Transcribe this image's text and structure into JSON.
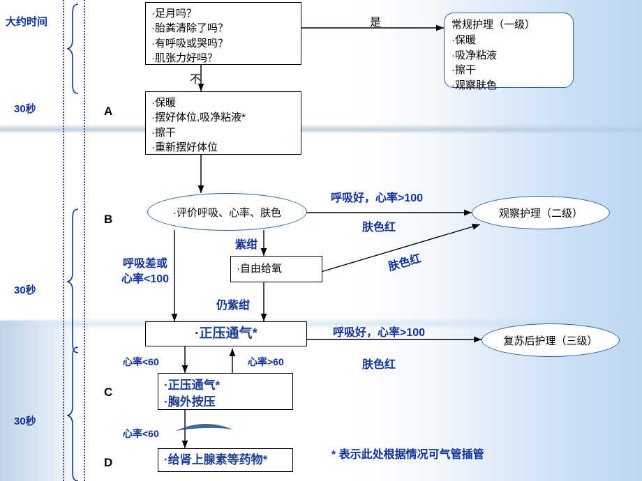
{
  "diagram": {
    "title_left": "大约时间",
    "time_marks": [
      {
        "label": "30秒"
      },
      {
        "label": "30秒"
      },
      {
        "label": "30秒"
      }
    ],
    "stages": [
      {
        "letter": "A"
      },
      {
        "letter": "B"
      },
      {
        "letter": "C"
      },
      {
        "letter": "D"
      }
    ],
    "nodes": {
      "assessment": "·足月吗？\n·胎粪清除了吗？\n·有呼吸或哭吗？\n·肌张力好吗？",
      "routine_care": "常规护理（一级）\n ·保暖\n ·吸净粘液\n ·擦干\n ·观察肤色",
      "initial_steps": "·保暖\n·摆好体位,吸净粘液*\n·擦干\n·重新摆好体位",
      "evaluate": "·评价呼吸、心率、肤色",
      "observe_care": "观察护理（二级）",
      "free_oxygen": "·自由给氧",
      "ppv": "·正压通气*",
      "post_resus_care": "复苏后护理（三级）",
      "ppv_compression": "·正压通气*\n·胸外按压",
      "medication": "·给肾上腺素等药物*"
    },
    "edge_labels": {
      "yes": "是",
      "no": "不",
      "good_breath_hr_100_top": "呼吸好，心率>100",
      "skin_red_top": "肤色红",
      "cyanosis": "紫绀",
      "bad_breath_or_hr_100": "呼吸差或\n心率<100",
      "skin_red_mid": "肤色红",
      "still_cyanosis": "仍紫绀",
      "good_breath_hr_100_bottom": "呼吸好，心率>100",
      "skin_red_bottom": "肤色红",
      "hr_less_60_a": "心率<60",
      "hr_more_60": "心率>60",
      "hr_less_60_b": "心率<60"
    },
    "footnote": "* 表示此处根据情况可气管插管",
    "colors": {
      "accent_blue": "#12309a",
      "border_blue": "#2f5fa8",
      "dotted_line": "#3b3bb5"
    }
  }
}
